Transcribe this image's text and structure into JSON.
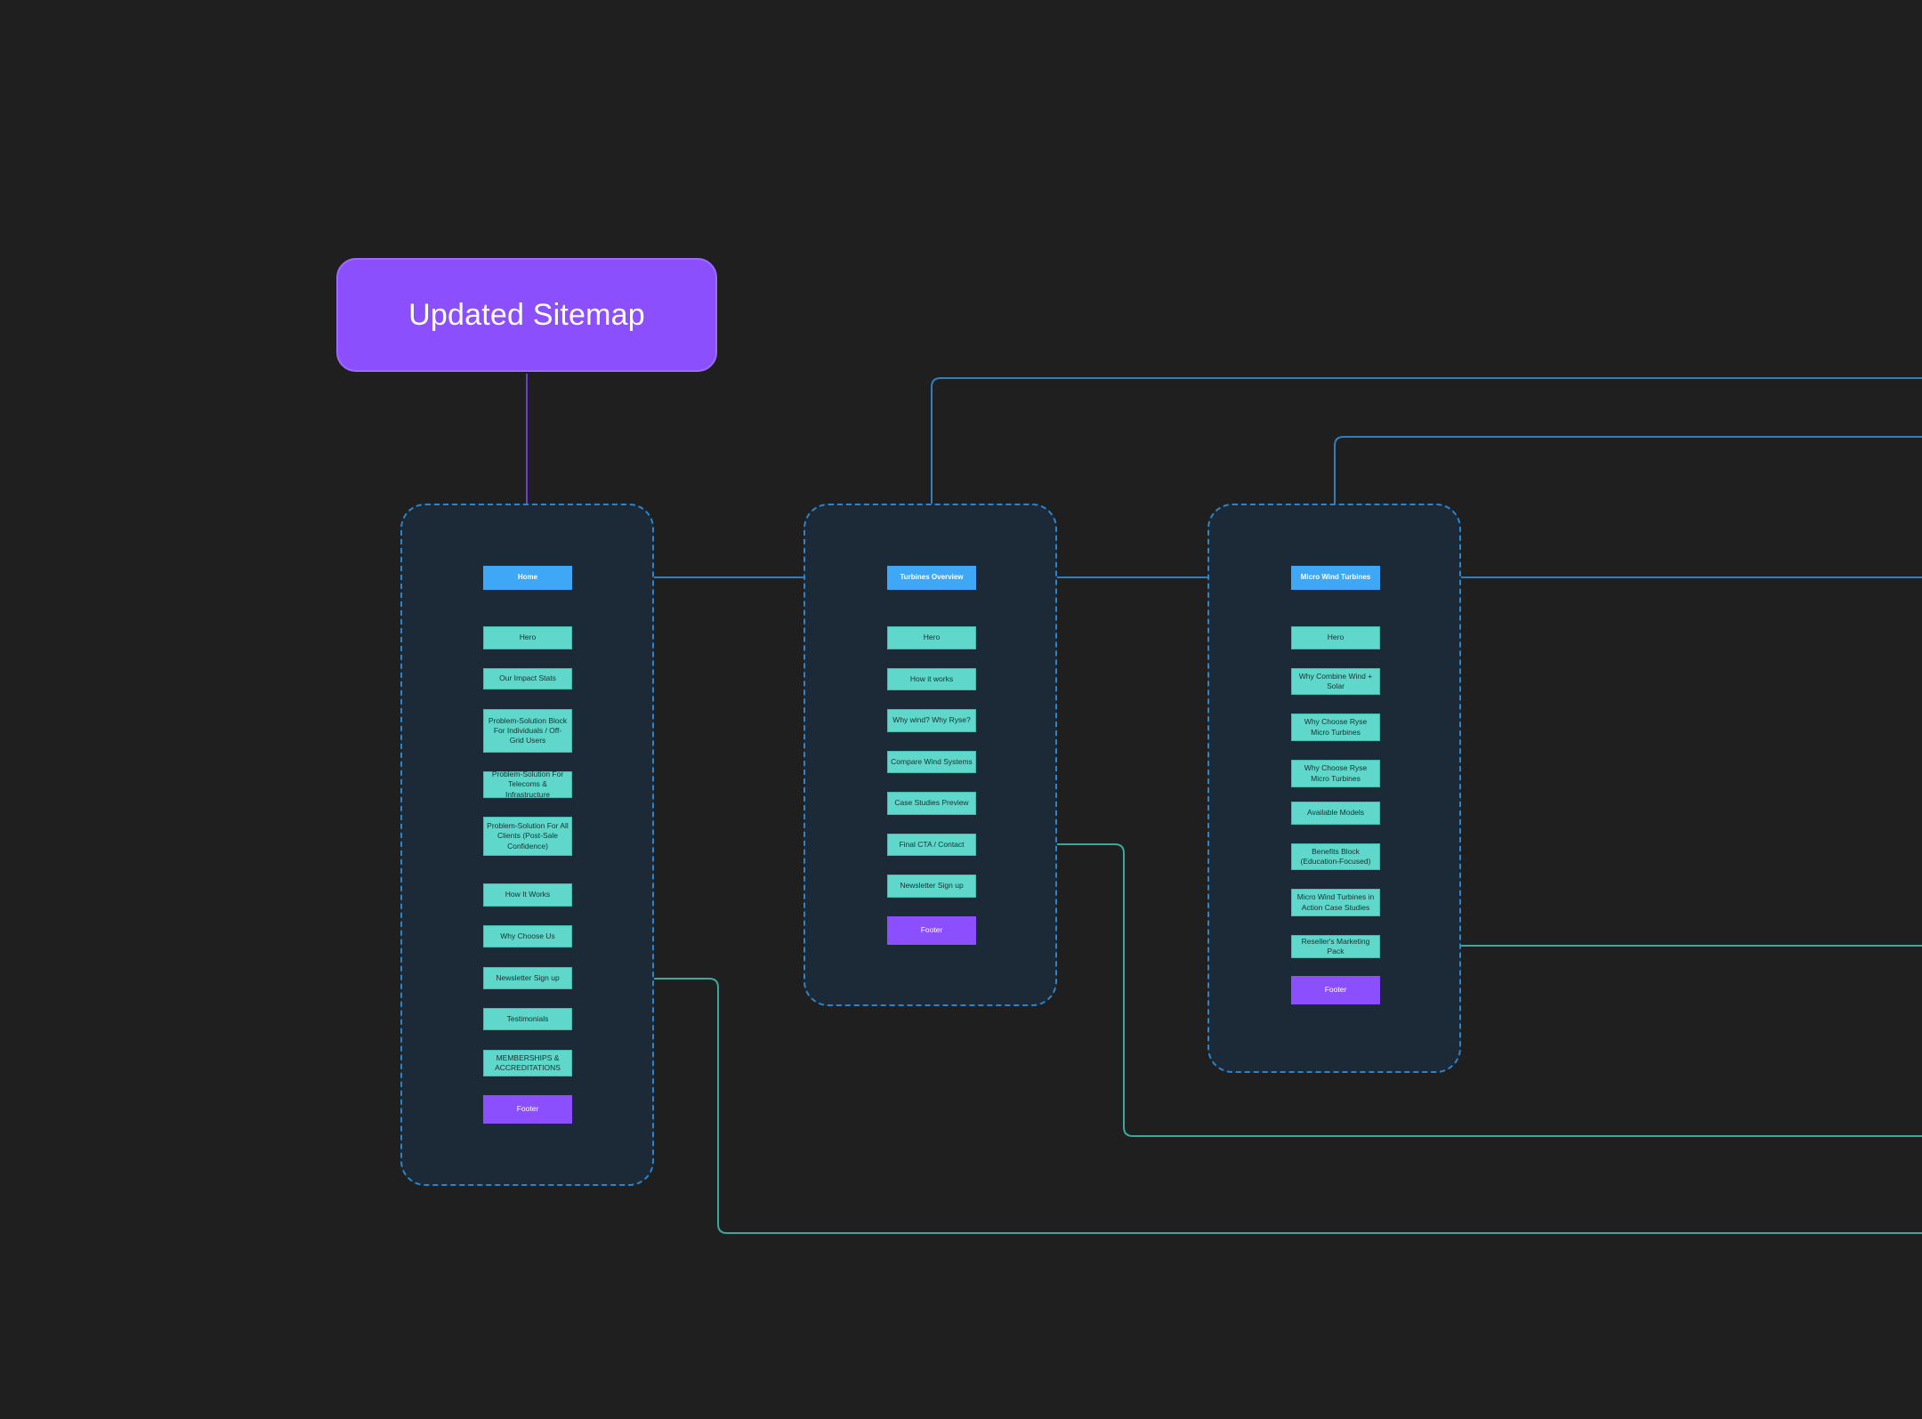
{
  "title": "Updated Sitemap",
  "colors": {
    "background": "#1f1f1f",
    "title_fill": "#8b4ffe",
    "frame_fill": "#1c2a38",
    "frame_border": "#2f84c9",
    "page_node": "#3ea8f6",
    "section_node": "#5fd7cb",
    "footer_node": "#8b4ffe",
    "connector_blue": "#2f7fbf",
    "connector_teal": "#3aa89a",
    "connector_purple": "#6d3ed3"
  },
  "groups": [
    {
      "page": "Home",
      "sections": [
        "Hero",
        "Our Impact Stats",
        "Problem-Solution Block For Individuals / Off-Grid Users",
        "Problem-Solution For Telecoms & Infrastructure",
        "Problem-Solution For All Clients (Post-Sale Confidence)",
        "How It Works",
        "Why Choose Us",
        "Newsletter Sign up",
        "Testimonials",
        "MEMBERSHIPS & ACCREDITATIONS"
      ],
      "footer": "Footer"
    },
    {
      "page": "Turbines Overview",
      "sections": [
        "Hero",
        "How it works",
        "Why wind? Why Ryse?",
        "Compare Wind Systems",
        "Case Studies Preview",
        "Final CTA / Contact",
        "Newsletter Sign up"
      ],
      "footer": "Footer"
    },
    {
      "page": "Micro Wind Turbines",
      "sections": [
        "Hero",
        "Why Combine Wind + Solar",
        "Why Choose Ryse Micro Turbines",
        "Why Choose Ryse Micro Turbines",
        "Available Models",
        "Benefits Block (Education-Focused)",
        "Micro Wind Turbines in Action Case Studies",
        "Reseller's Marketing Pack"
      ],
      "footer": "Footer"
    }
  ]
}
